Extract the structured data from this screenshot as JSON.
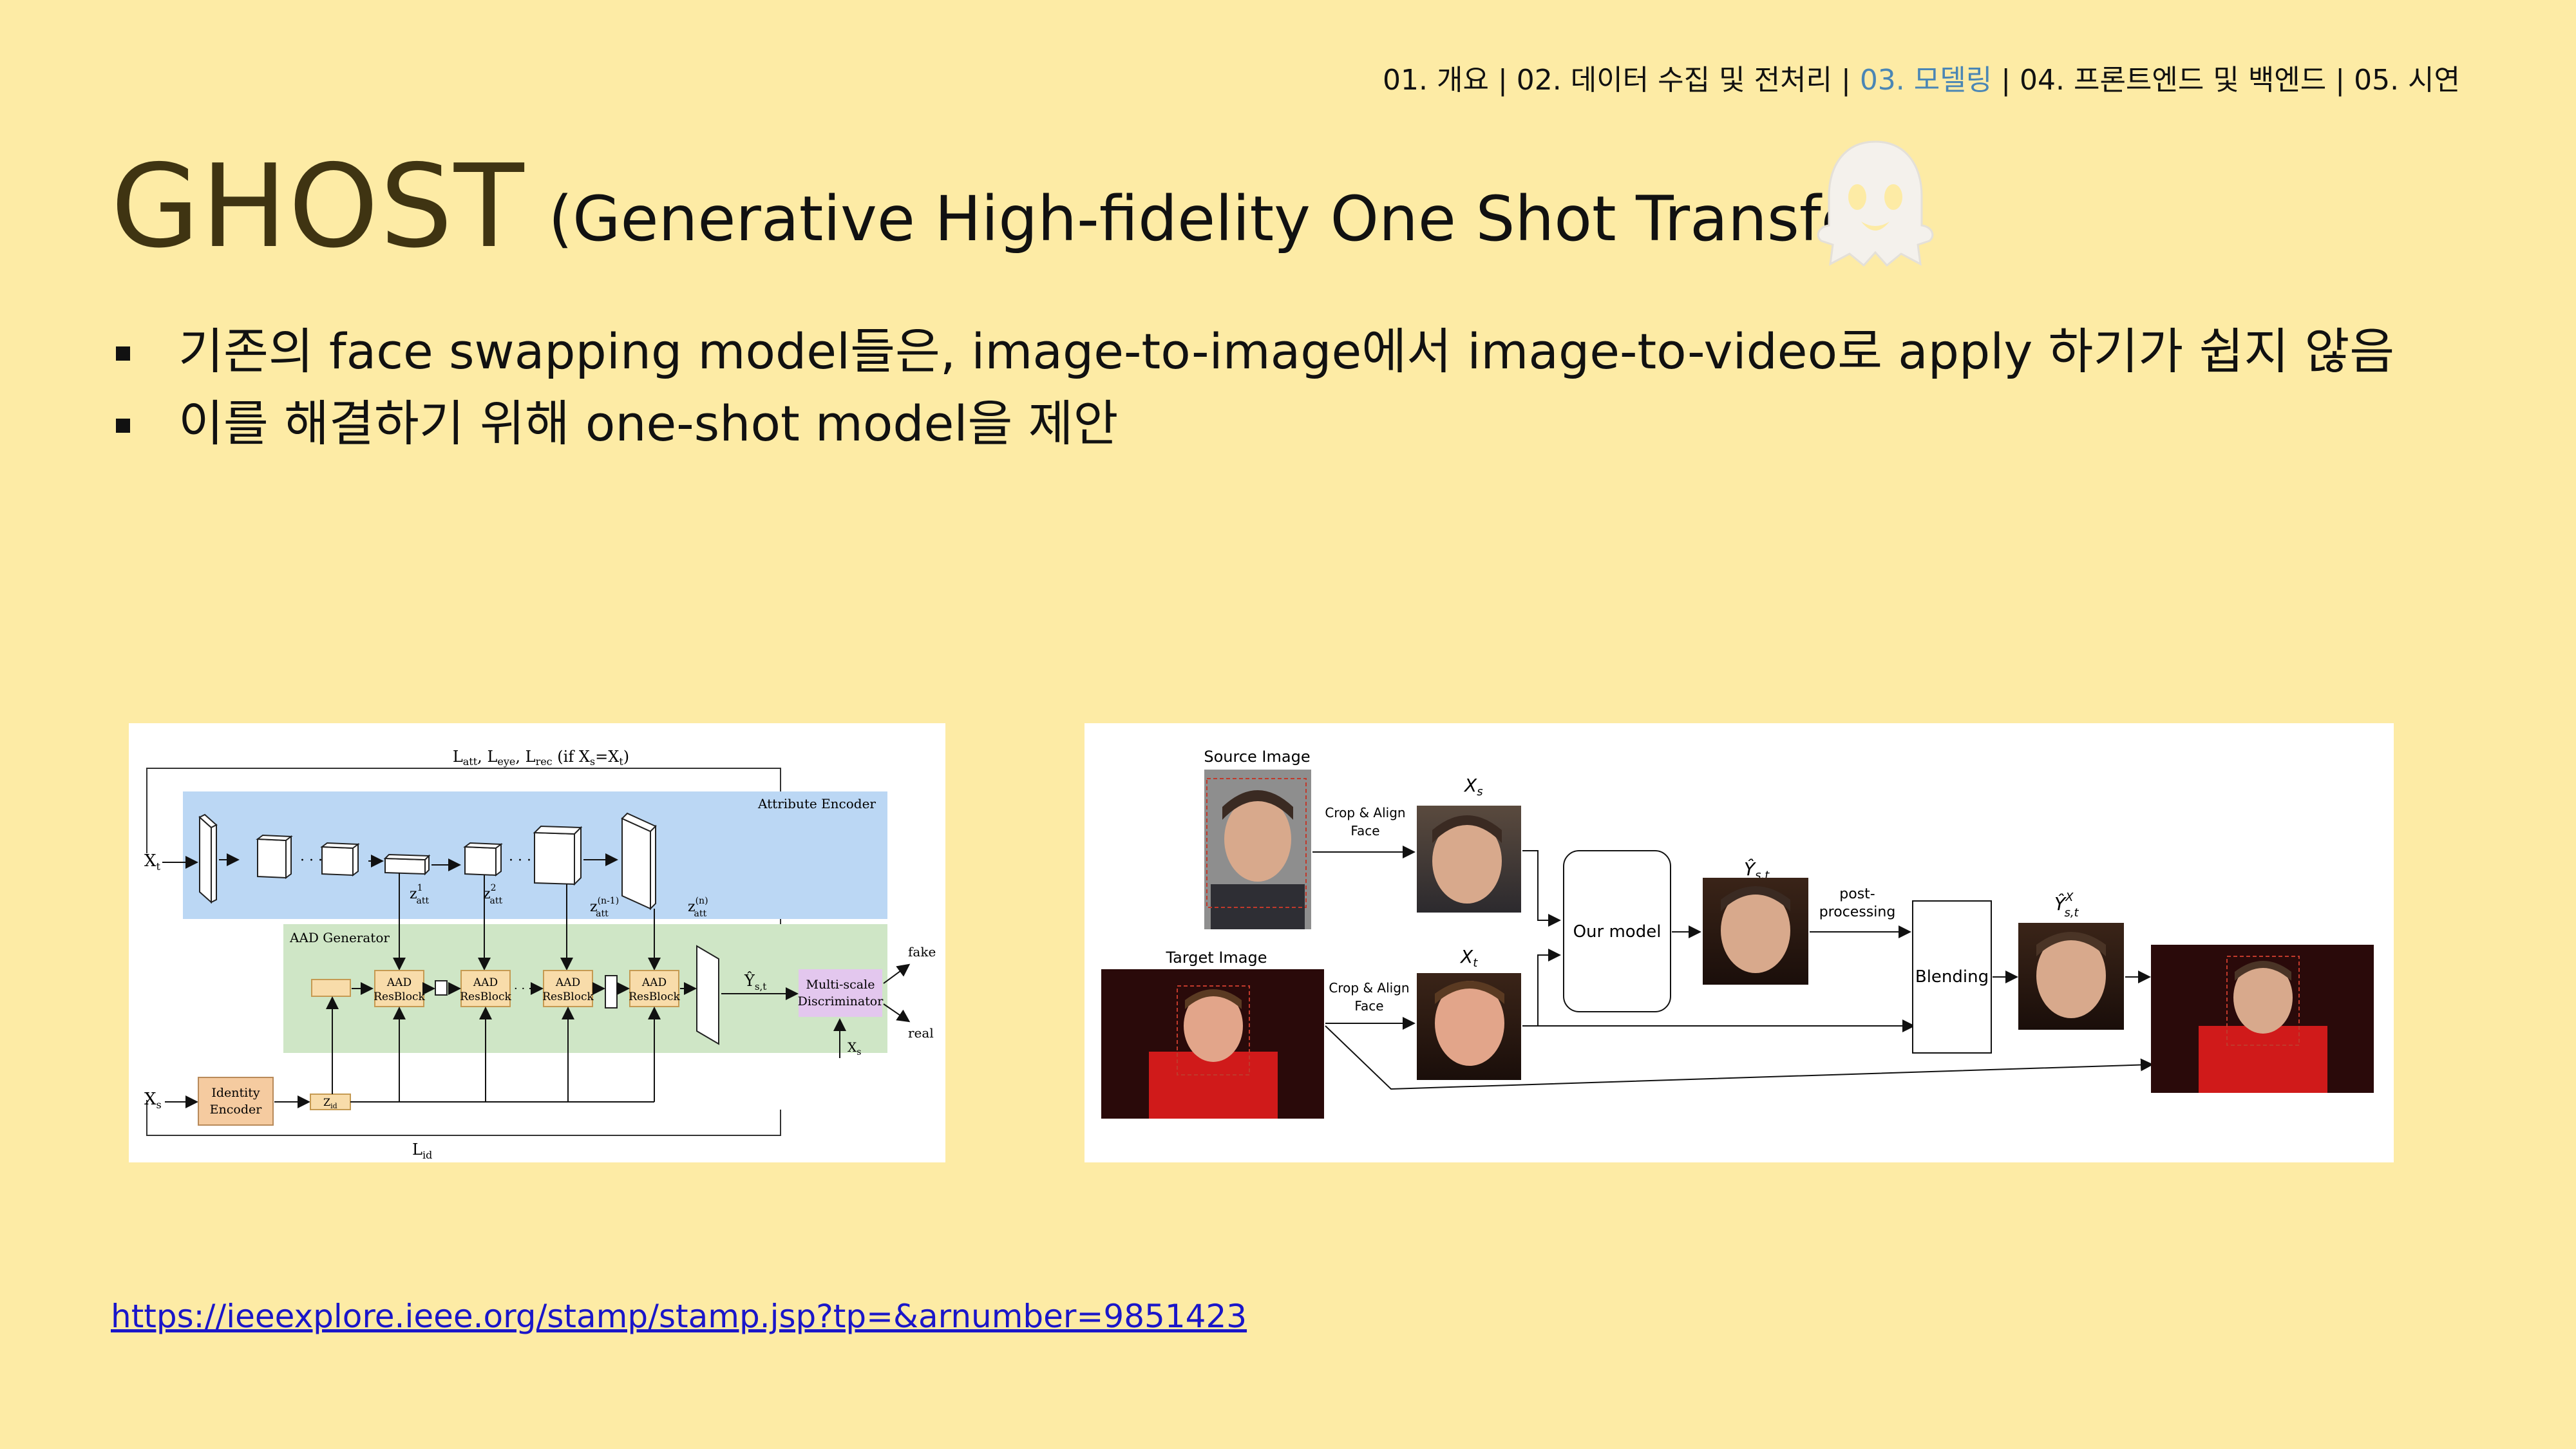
{
  "nav": {
    "items": [
      "01. 개요",
      "02. 데이터 수집 및 전처리",
      "03. 모델링",
      "04. 프론트엔드 및 백엔드",
      "05. 시연"
    ],
    "separator": " | ",
    "active_index": 2,
    "active_color": "#4A86B5"
  },
  "title": {
    "main": "GHOST",
    "subtitle": "(Generative High-fidelity One Shot Transfer)",
    "icon": "ghost-icon"
  },
  "bullets": [
    "기존의 face swapping model들은, image-to-image에서 image-to-video로 apply 하기가 쉽지 않음",
    "이를 해결하기 위해 one-shot model을 제안"
  ],
  "figure_left": {
    "loss_top": "L",
    "loss_top_parts": {
      "att": "att",
      "eye": "eye",
      "rec": "rec",
      "cond": "(if X",
      "s": "s",
      "eq": "=X",
      "t": "t",
      "close": ")"
    },
    "xt_label": "X",
    "xt_sub": "t",
    "attribute_encoder": "Attribute Encoder",
    "aad_generator": "AAD Generator",
    "z_labels": [
      "z",
      "z",
      "z",
      "z"
    ],
    "z_sup": [
      "1",
      "2",
      "(n-1)",
      "(n)"
    ],
    "z_sub": "att",
    "aad_block": [
      "AAD",
      "ResBlock"
    ],
    "y_label": "Ŷ",
    "y_sub": "s,t",
    "discriminator": [
      "Multi-scale",
      "Discriminator"
    ],
    "fake": "fake",
    "real": "real",
    "xs_label": "X",
    "xs_sub": "s",
    "identity_encoder": [
      "Identity",
      "Encoder"
    ],
    "z_id": "Z",
    "z_id_sub": "id",
    "loss_id": "L",
    "loss_id_sub": "id",
    "dots": "· · ·",
    "colors": {
      "encoder_bg": "#BBD7F4",
      "generator_bg": "#CFE6C6",
      "block": "#F8DCAA",
      "disc": "#E3C7EE",
      "identity": "#F5CBA0"
    }
  },
  "figure_right": {
    "source_image": "Source Image",
    "target_image": "Target Image",
    "crop_align": [
      "Crop & Align",
      "Face"
    ],
    "xs": "X",
    "xs_sub": "s",
    "xt": "X",
    "xt_sub": "t",
    "our_model": "Our model",
    "y_hat": "Ŷ",
    "y_hat_sub": "s,t",
    "post_processing": [
      "post-",
      "processing"
    ],
    "blending": "Blending",
    "y_hat_x_sup": "X"
  },
  "link": {
    "text": "https://ieeexplore.ieee.org/stamp/stamp.jsp?tp=&arnumber=9851423",
    "color": "#1A16C9"
  }
}
